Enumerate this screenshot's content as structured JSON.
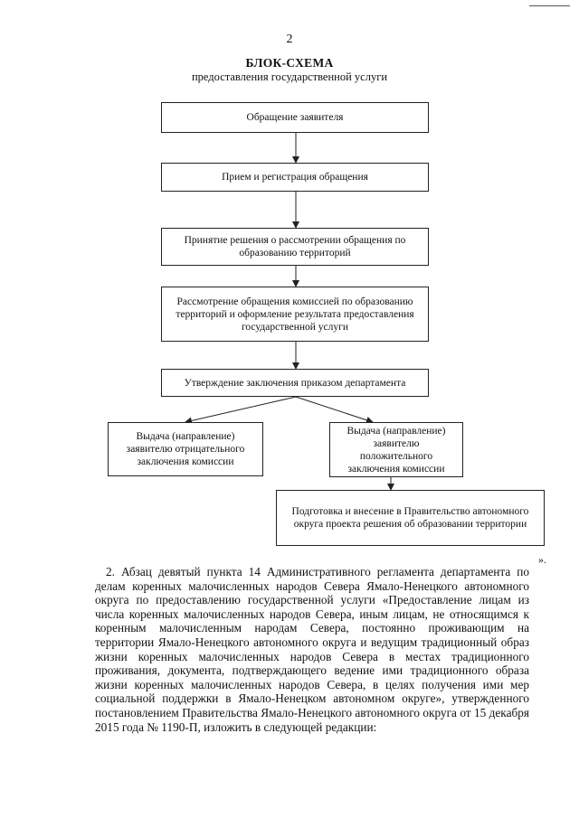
{
  "page_number": "2",
  "title": "БЛОК-СХЕМА",
  "subtitle": "предоставления государственной услуги",
  "flowchart": {
    "box1": "Обращение заявителя",
    "box2": "Прием и регистрация обращения",
    "box3": "Принятие решения о рассмотрении обращения по образованию территорий",
    "box4": "Рассмотрение обращения комиссией по образованию территорий и оформление результата предоставления государственной услуги",
    "box5": "Утверждение заключения приказом департамента",
    "box6": "Выдача (направление) заявителю отрицательного заключения комиссии",
    "box7": "Выдача (направление) заявителю положительного заключения комиссии",
    "box8": "Подготовка и внесение в Правительство автономного округа проекта решения об образовании территории"
  },
  "closing_mark": "».",
  "paragraph": "2. Абзац девятый пункта 14 Административного регламента департамента по делам коренных малочисленных народов Севера Ямало-Ненецкого автономного округа по предоставлению государственной услуги «Предоставление лицам из числа коренных малочисленных народов Севера, иным лицам, не относящимся к коренным малочисленным народам Севера, постоянно проживающим на территории Ямало-Ненецкого автономного округа и ведущим традиционный образ жизни коренных малочисленных народов Севера в местах традиционного проживания, документа, подтверждающего ведение ими традиционного образа жизни коренных малочисленных народов Севера, в целях получения ими мер социальной поддержки в Ямало-Ненецком автономном округе», утвержденного постановлением Правительства Ямало-Ненецкого автономного округа от 15 декабря 2015 года № 1190-П, изложить в следующей редакции:"
}
